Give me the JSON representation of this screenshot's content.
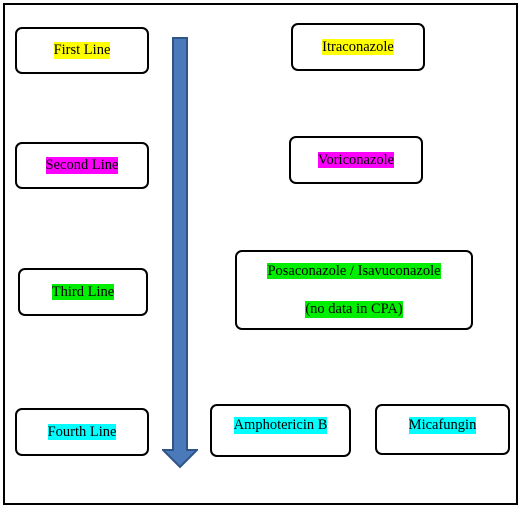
{
  "colors": {
    "first": "#ffff00",
    "second": "#ff00ff",
    "third": "#00ee00",
    "fourth": "#00ffff",
    "arrow_fill": "#4a7ab9",
    "arrow_stroke": "#2f5487"
  },
  "arrow": {
    "icon": "down-arrow-icon"
  },
  "lines": {
    "first": "First Line",
    "second": "Second Line",
    "third": "Third Line",
    "fourth": "Fourth Line"
  },
  "drugs": {
    "first": "Itraconazole",
    "second": "Voriconazole",
    "third": "Posaconazole / Isavuconazole",
    "third_note": "(no data in CPA)",
    "fourth_a": "Amphotericin B",
    "fourth_b": "Micafungin"
  }
}
